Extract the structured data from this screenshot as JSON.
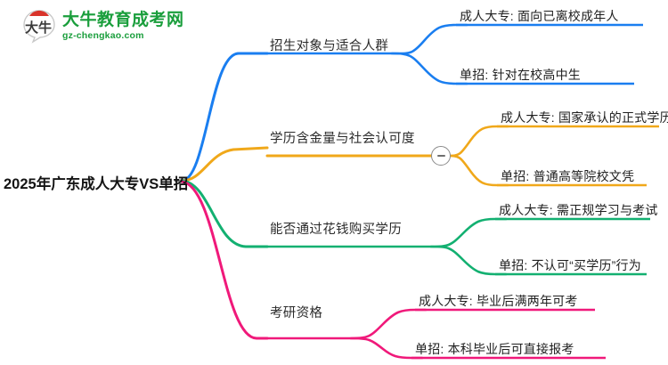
{
  "logo": {
    "mark_text": "大牛",
    "title": "大牛教育成考网",
    "domain": "gz-chengkao.com",
    "brand_color": "#1a9e3c",
    "mark_accent_color": "#d9342b"
  },
  "mindmap": {
    "root": {
      "label": "2025年广东成人大专VS单招"
    },
    "collapse_toggle": {
      "symbol": "−",
      "state": "expanded"
    },
    "branches": [
      {
        "label": "招生对象与适合人群",
        "color": "#1a7ef0",
        "children": [
          {
            "label": "成人大专: 面向已离校成年人"
          },
          {
            "label": "单招: 针对在校高中生"
          }
        ]
      },
      {
        "label": "学历含金量与社会认可度",
        "color": "#f0a81a",
        "children": [
          {
            "label": "成人大专: 国家承认的正式学历"
          },
          {
            "label": "单招: 普通高等院校文凭"
          }
        ]
      },
      {
        "label": "能否通过花钱购买学历",
        "color": "#13b071",
        "children": [
          {
            "label": "成人大专: 需正规学习与考试"
          },
          {
            "label": "单招: 不认可“买学历”行为"
          }
        ]
      },
      {
        "label": "考研资格",
        "color": "#f0197a",
        "children": [
          {
            "label": "成人大专: 毕业后满两年可考"
          },
          {
            "label": "单招: 本科毕业后可直接报考"
          }
        ]
      }
    ]
  }
}
